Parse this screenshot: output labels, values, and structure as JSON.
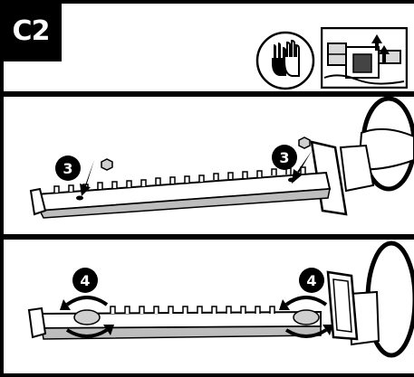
{
  "step": {
    "label": "C2"
  },
  "panel_middle": {
    "callouts": [
      "3",
      "3"
    ]
  },
  "panel_bottom": {
    "callouts": [
      "4",
      "4"
    ]
  },
  "icons": [
    "gloves-icon",
    "lift-arrows-icon"
  ],
  "colors": {
    "ink": "#000000",
    "paper": "#ffffff",
    "shade": "#bdbdbd"
  }
}
